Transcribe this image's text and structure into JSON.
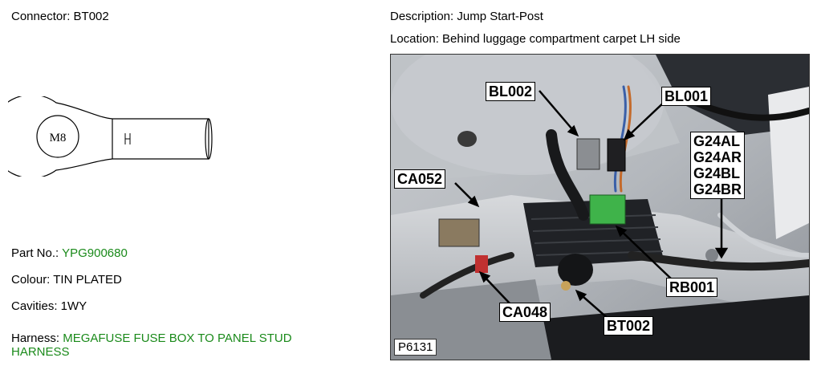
{
  "left": {
    "connector": "Connector: BT002",
    "lug_label": "M8",
    "part_no_label": "Part No.:",
    "part_no_value": "YPG900680",
    "colour": "Colour: TIN PLATED",
    "cavities": "Cavities: 1WY",
    "harness_label": "Harness:",
    "harness_value": "MEGAFUSE FUSE BOX TO PANEL STUD HARNESS"
  },
  "right": {
    "description": "Description: Jump Start-Post",
    "location": "Location: Behind luggage compartment carpet LH side"
  },
  "photo": {
    "callouts": {
      "bl002": "BL002",
      "bl001": "BL001",
      "ca052": "CA052",
      "g24": "G24AL\nG24AR\nG24BL\nG24BR",
      "rb001": "RB001",
      "ca048": "CA048",
      "bt002": "BT002"
    },
    "ref": "P6131"
  },
  "colors": {
    "green_text": "#1a8a1a",
    "connector_green": "#3fb34a"
  }
}
